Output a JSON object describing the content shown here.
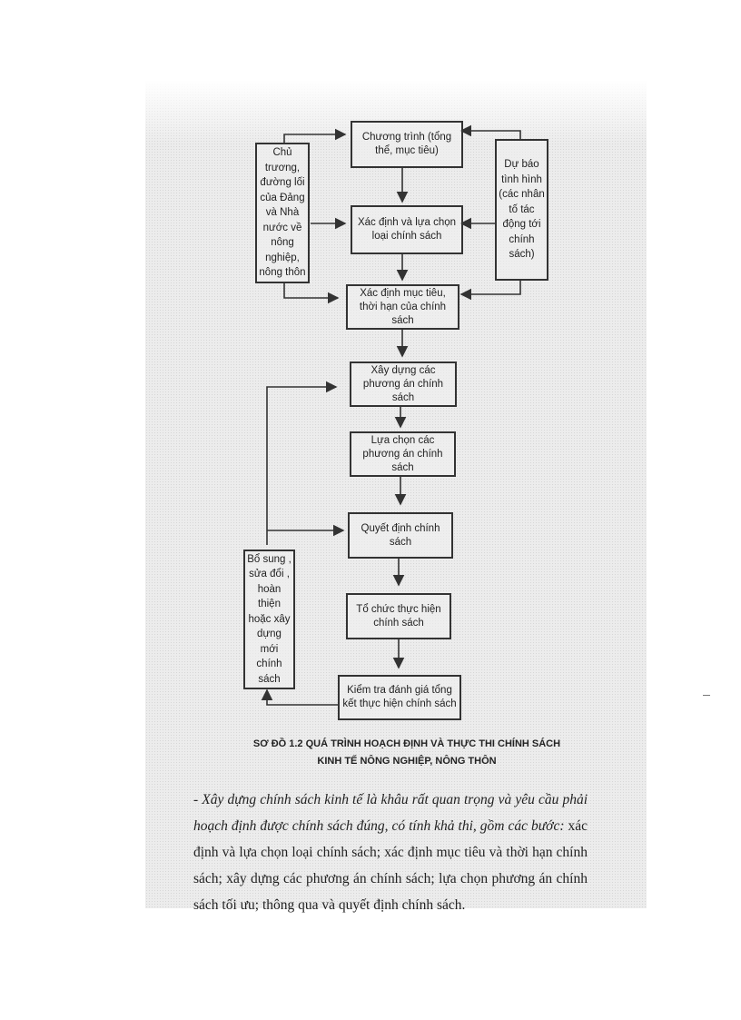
{
  "diagram": {
    "boxes": {
      "program": "Chương trình (tổng thể, mục tiêu)",
      "party_policy": "Chủ trương, đường lối của Đảng và Nhà nước về nông nghiệp, nông thôn",
      "forecast": "Dự báo tình hình (các nhân tố tác động tới chính sách)",
      "select_type": "Xác định và lựa chọn loại chính sách",
      "objectives": "Xác định mục tiêu, thời hạn của chính sách",
      "build_options": "Xây dựng các phương án chính sách",
      "choose_options": "Lựa chọn các phương án chính sách",
      "decide": "Quyết định chính sách",
      "implement": "Tổ chức thực hiện chính sách",
      "evaluate": "Kiểm tra đánh giá tổng kết thực hiện chính sách",
      "revise": "Bổ sung , sửa đổi , hoàn thiện hoặc xây dựng mới chính sách"
    }
  },
  "caption": {
    "line1": "SƠ ĐỒ 1.2 QUÁ TRÌNH HOẠCH ĐỊNH VÀ THỰC THI CHÍNH  SÁCH",
    "line2": "KINH TẾ NÔNG NGHIỆP, NÔNG THÔN"
  },
  "paragraph": {
    "italic_part": "- Xây dựng chính sách kinh tế là khâu rất quan trọng và yêu cầu phải hoạch định được chính sách đúng, có tính khả thi, gồm các bước:",
    "normal_part": " xác định và lựa chọn loại chính sách; xác định mục tiêu và thời hạn chính sách; xây dựng các phương án chính sách; lựa chọn phương án chính sách tối ưu; thông qua và quyết định chính sách."
  }
}
